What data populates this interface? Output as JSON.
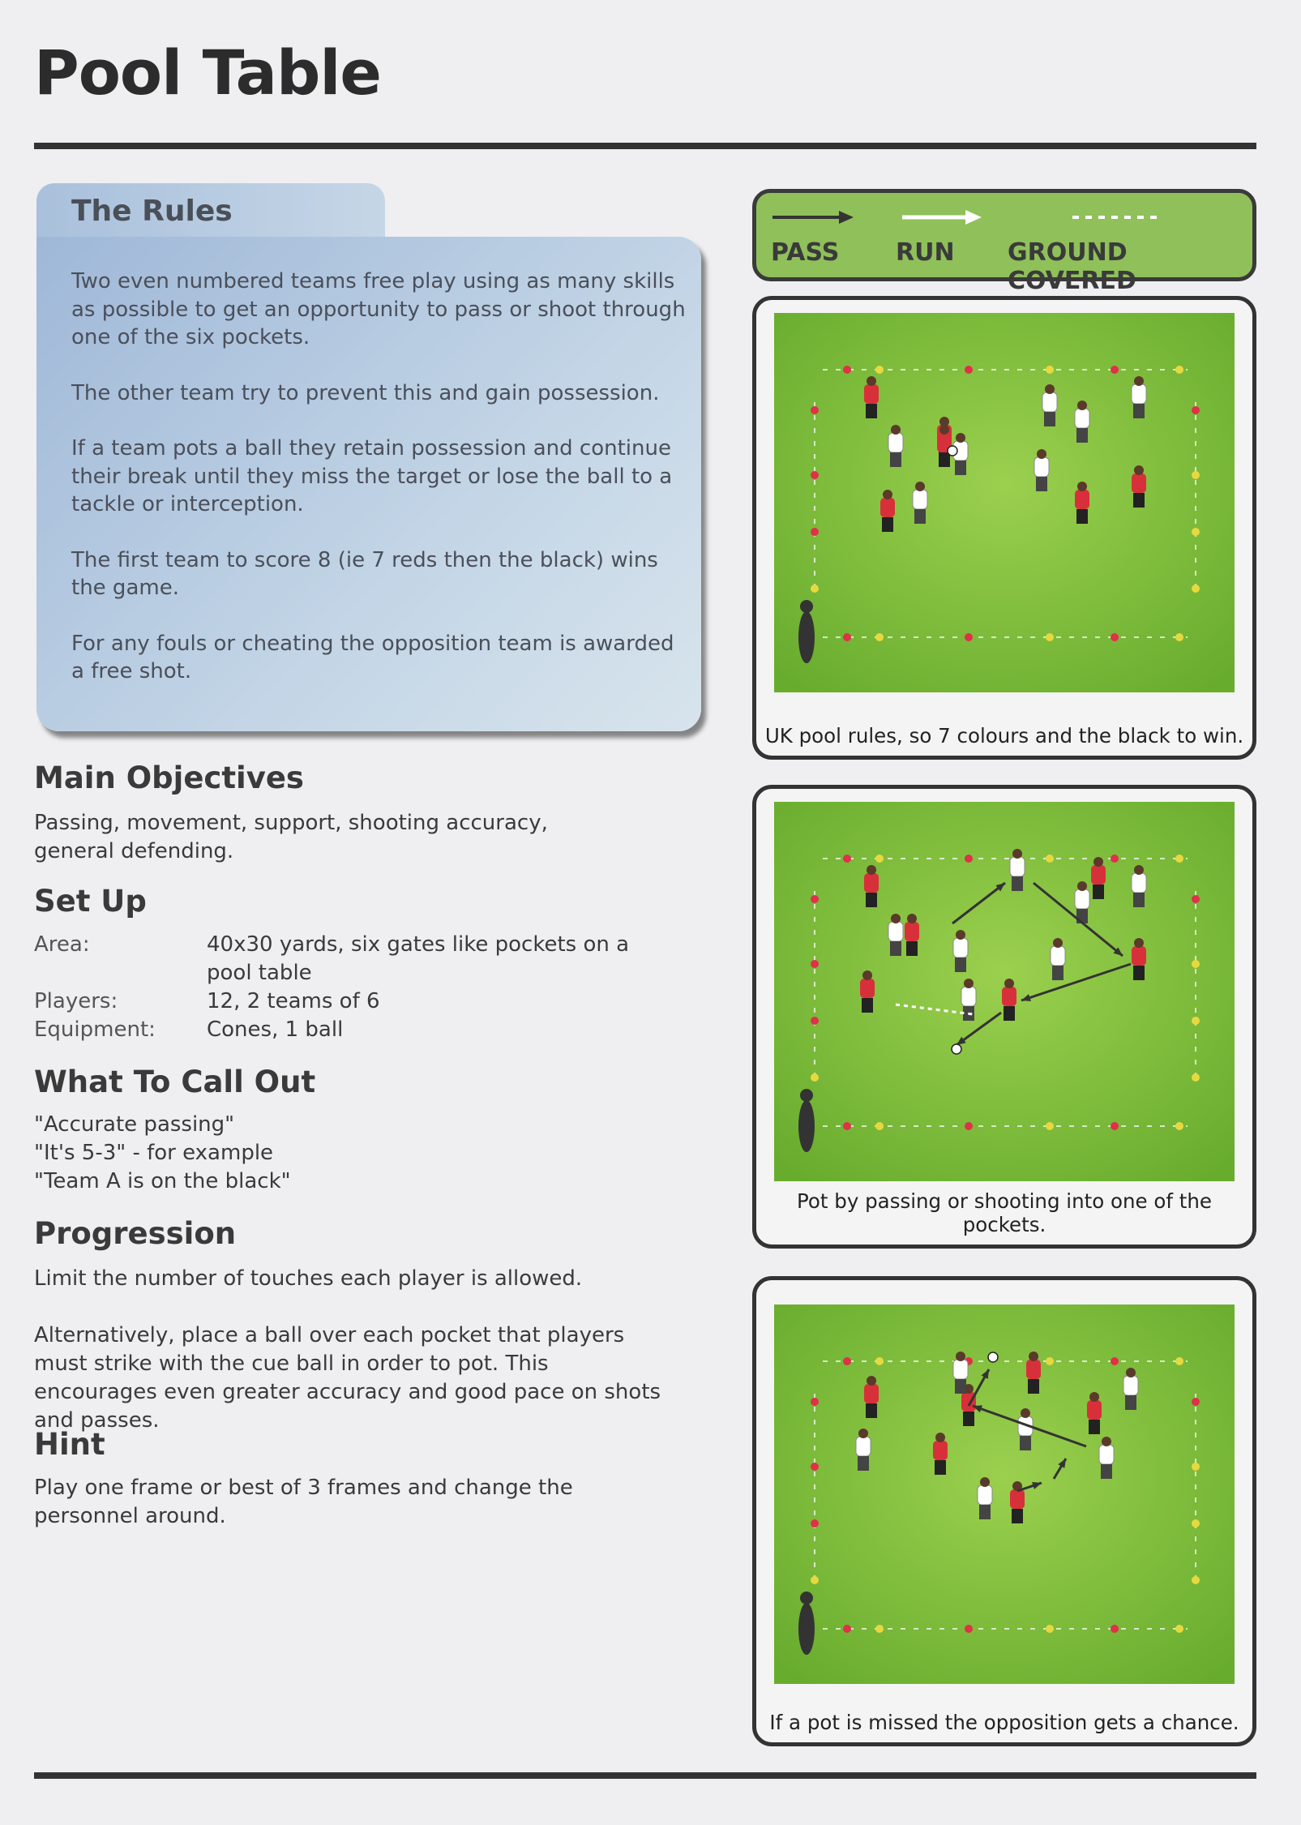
{
  "title": "Pool Table",
  "rules": {
    "heading": "The Rules",
    "paragraphs": [
      "Two even numbered teams free play using as many skills as possible to get an opportunity to pass or shoot through one of the six pockets.",
      "The other team try to prevent this and gain possession.",
      "If a team pots a ball they retain possession and continue their break until they miss the target or lose the ball to a tackle or interception.",
      "The first team to score 8 (ie 7 reds then the black) wins the game.",
      "For any fouls or cheating the opposition team is awarded a free shot."
    ]
  },
  "main_objectives": {
    "heading": "Main Objectives",
    "text": "Passing, movement, support, shooting accuracy, general defending."
  },
  "set_up": {
    "heading": "Set Up",
    "rows": [
      {
        "label": "Area:",
        "value": "40x30 yards, six gates like pockets on a pool table"
      },
      {
        "label": "Players:",
        "value": "12, 2 teams of 6"
      },
      {
        "label": "Equipment:",
        "value": "Cones, 1 ball"
      }
    ]
  },
  "call_out": {
    "heading": "What To Call Out",
    "lines": [
      "\"Accurate passing\"",
      "\"It's 5-3\" - for example",
      "\"Team A is on the black\""
    ]
  },
  "progression": {
    "heading": "Progression",
    "paragraphs": [
      "Limit the number of touches each player is allowed.",
      "Alternatively, place a ball over each pocket that players must strike with the cue ball in order to pot. This encourages even greater accuracy and good pace on shots and passes."
    ]
  },
  "hint": {
    "heading": "Hint",
    "text": "Play one frame or best of 3 frames and change the personnel around."
  },
  "legend": {
    "pass": "PASS",
    "run": "RUN",
    "ground_covered": "GROUND COVERED"
  },
  "diagrams": [
    {
      "caption": "UK pool rules, so 7 colours and the black to win."
    },
    {
      "caption": "Pot by passing or shooting into one of the pockets."
    },
    {
      "caption": "If a pot is missed the opposition gets a chance."
    }
  ],
  "colors": {
    "pitch": "#7fbf3a",
    "red_team": "#d8303a",
    "white_team": "#ffffff",
    "cone_red": "#e0304a",
    "cone_yellow": "#e8d840"
  }
}
